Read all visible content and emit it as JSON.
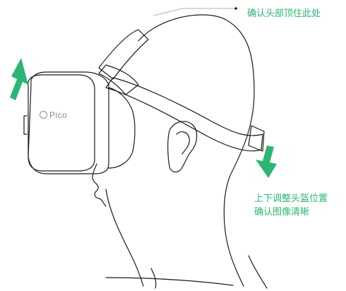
{
  "annotations": {
    "top_label": "确认头部顶住此处",
    "adjust_line1": "上下调整头盔位置",
    "adjust_line2": "确认图像清晰"
  },
  "device": {
    "brand": "Pico"
  },
  "colors": {
    "accent": "#2bb673",
    "stroke": "#1a1a1a",
    "brand_text": "#8a8a8a"
  },
  "icons": [
    "arrow-up-icon",
    "arrow-down-icon"
  ]
}
